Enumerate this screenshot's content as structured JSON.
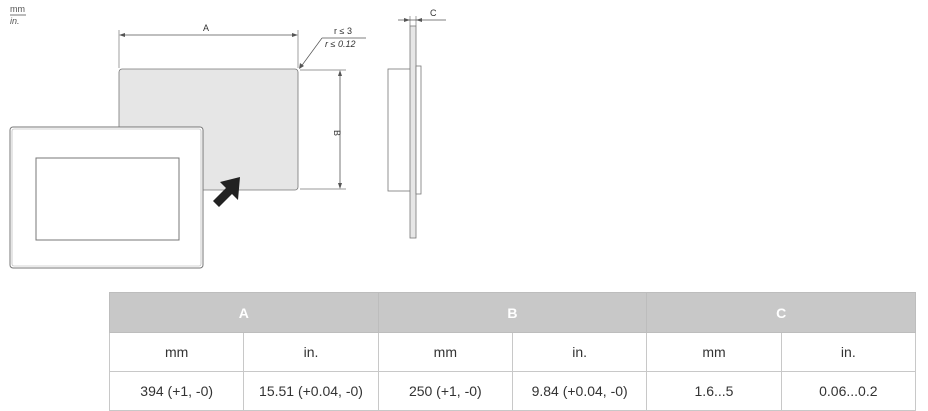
{
  "units": {
    "primary": "mm",
    "secondary": "in."
  },
  "drawing": {
    "dim_a": "A",
    "dim_b": "B",
    "dim_c": "C",
    "radius_mm": "r ≤ 3",
    "radius_in": "r ≤ 0.12"
  },
  "table": {
    "groups": [
      {
        "label": "A",
        "units": [
          "mm",
          "in."
        ],
        "values": [
          "394 (+1, -0)",
          "15.51 (+0.04, -0)"
        ]
      },
      {
        "label": "B",
        "units": [
          "mm",
          "in."
        ],
        "values": [
          "250 (+1, -0)",
          "9.84 (+0.04, -0)"
        ]
      },
      {
        "label": "C",
        "units": [
          "mm",
          "in."
        ],
        "values": [
          "1.6...5",
          "0.06...0.2"
        ]
      }
    ]
  },
  "colors": {
    "header_bg": "#c8c8c8",
    "cutout_fill": "#e6e6e6",
    "line": "#555555"
  }
}
